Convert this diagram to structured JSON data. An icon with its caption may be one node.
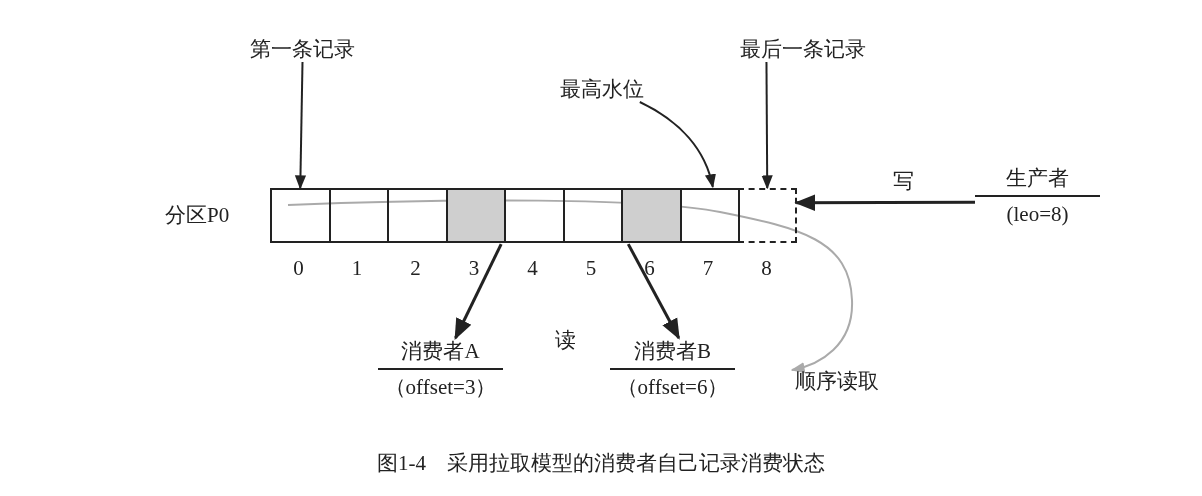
{
  "diagram": {
    "caption": "图1-4　采用拉取模型的消费者自己记录消费状态",
    "nodes": [
      {
        "text": [
          "第一条记录"
        ]
      },
      {
        "text": [
          "最后一条记录"
        ]
      },
      {
        "text": [
          "最高水位"
        ]
      },
      {
        "text": [],
        "shape": "box",
        "beside": [
          "0"
        ]
      },
      {
        "text": [],
        "shape": "box",
        "beside": [
          "1"
        ]
      },
      {
        "text": [],
        "shape": "box",
        "beside": [
          "2"
        ]
      },
      {
        "text": [],
        "shape": "box",
        "beside": [
          "3"
        ]
      },
      {
        "text": [],
        "shape": "box",
        "beside": [
          "4"
        ]
      },
      {
        "text": [],
        "shape": "box",
        "beside": [
          "5"
        ]
      },
      {
        "text": [],
        "shape": "box",
        "beside": [
          "6"
        ]
      },
      {
        "text": [],
        "shape": "box",
        "beside": [
          "7"
        ]
      },
      {
        "text": [],
        "shape": "box",
        "beside": [
          "8"
        ]
      },
      {
        "text": [
          "生产者",
          "(leo=8)"
        ]
      },
      {
        "text": [
          "消费者A",
          "（offset=3）"
        ]
      },
      {
        "text": [
          "消费者B",
          "（offset=6）"
        ]
      }
    ],
    "edges": [
      {
        "from": 0,
        "to": 3,
        "arrow": "to"
      },
      {
        "from": 1,
        "to": 11,
        "arrow": "to"
      },
      {
        "from": 2,
        "to": 10,
        "arrow": "to"
      },
      {
        "from": 12,
        "to": 11,
        "arrow": "to",
        "label": "写"
      },
      {
        "from": 6,
        "to": 13,
        "arrow": "to"
      },
      {
        "from": 9,
        "to": 14,
        "arrow": "to"
      }
    ],
    "labels": [
      "分区P0",
      "读",
      "顺序读取"
    ]
  }
}
